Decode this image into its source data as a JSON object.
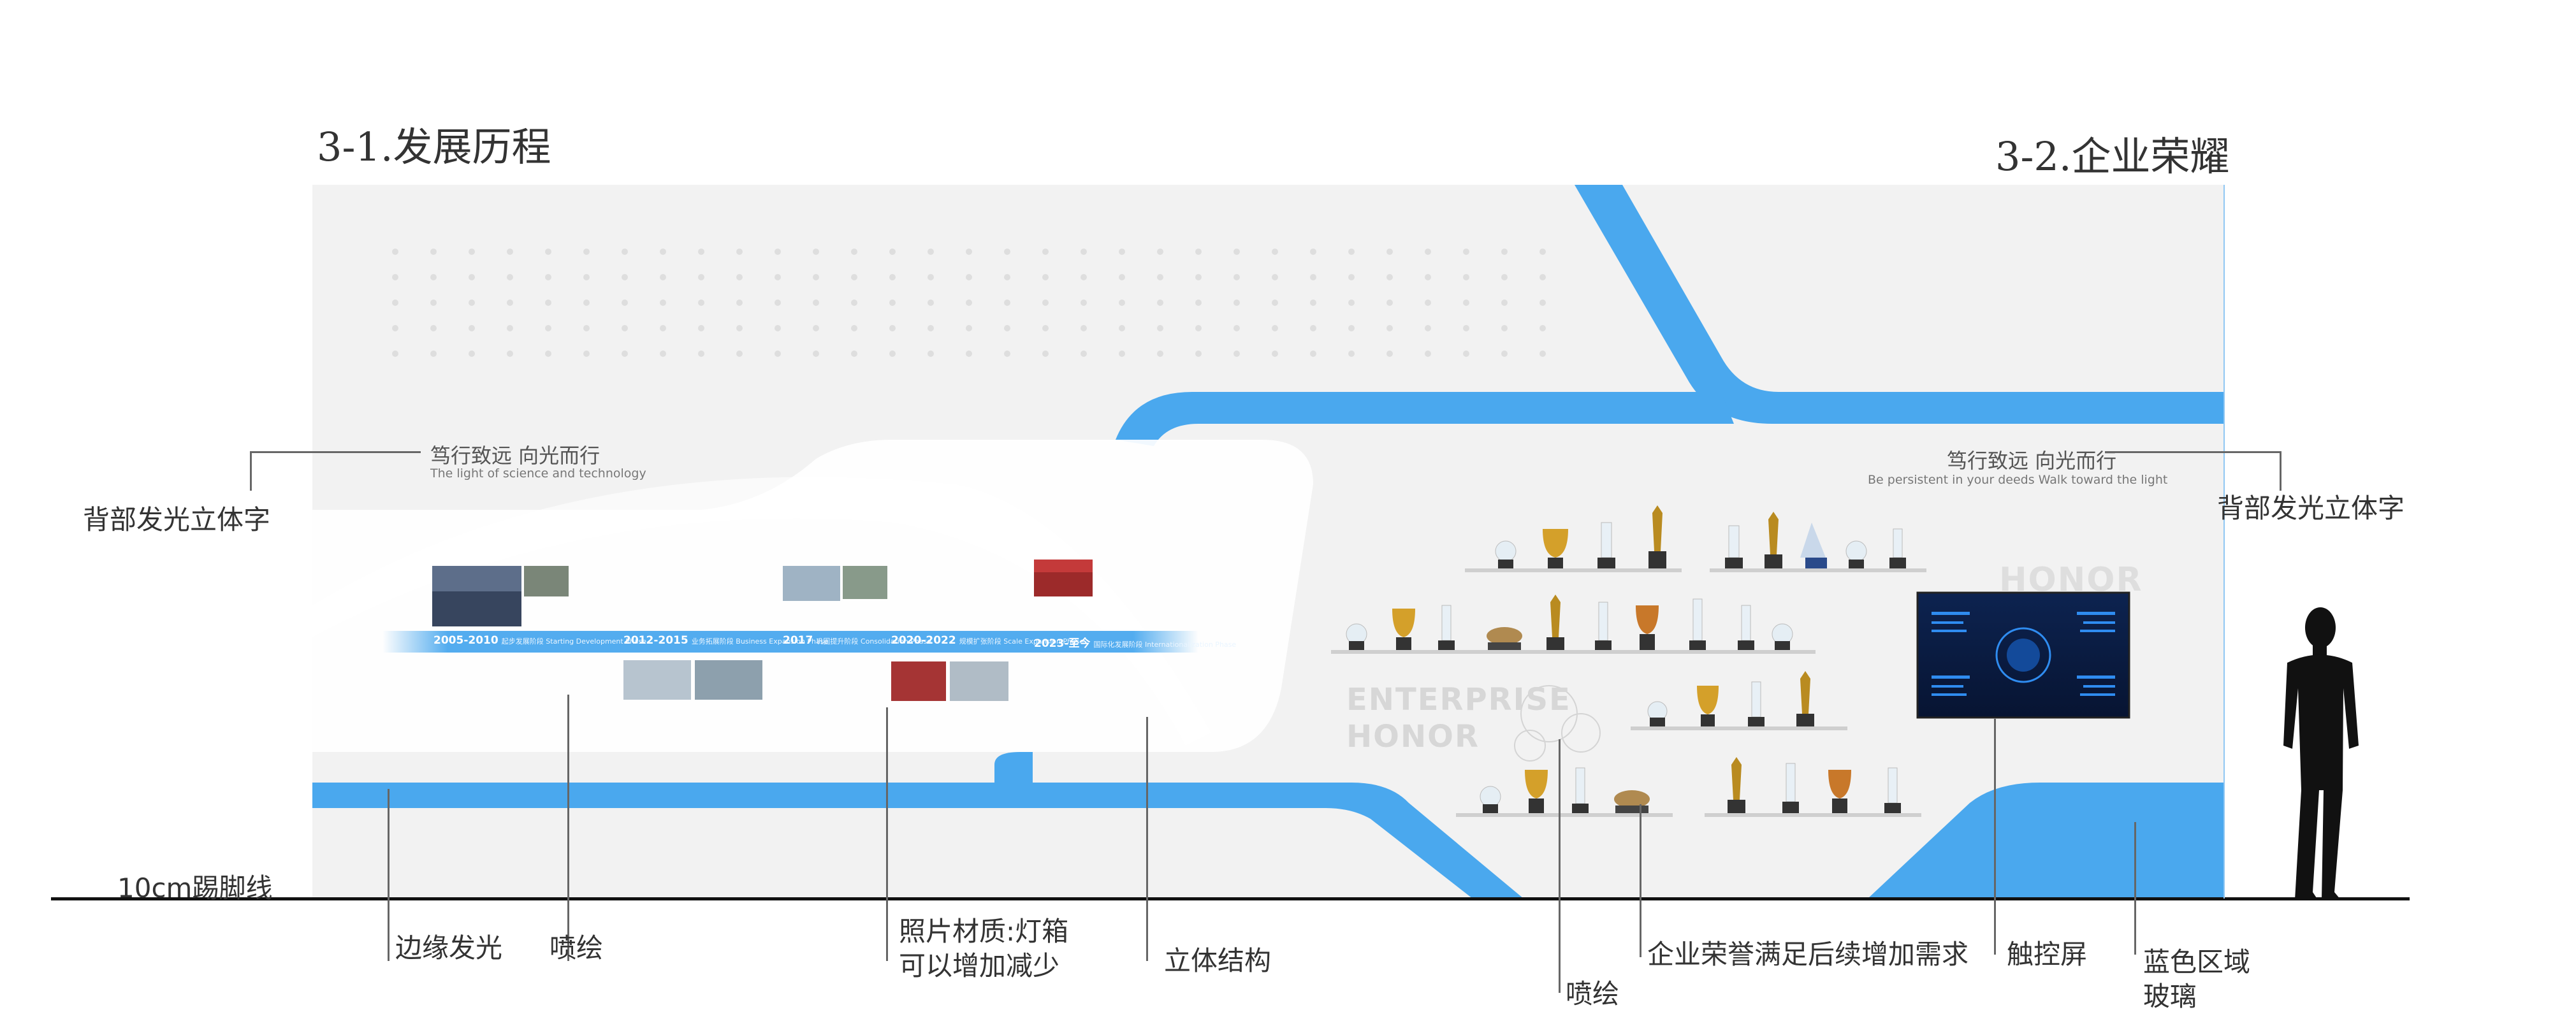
{
  "titles": {
    "left": "3-1.发展历程",
    "right": "3-2.企业荣耀"
  },
  "slogans": {
    "left_cn": "笃行致远 向光而行",
    "left_en": "The light of science and technology",
    "right_cn": "笃行致远 向光而行",
    "right_en": "Be persistent in your deeds Walk toward the light"
  },
  "timeline": [
    {
      "year": "2005-2010",
      "phase": "起步发展阶段 Starting Development Phase"
    },
    {
      "year": "2012-2015",
      "phase": "业务拓展阶段 Business Expansion Phase"
    },
    {
      "year": "2017",
      "phase": "巩固提升阶段 Consolidation Phase"
    },
    {
      "year": "2020-2022",
      "phase": "规模扩张阶段 Scale Expansion Phase"
    },
    {
      "year": "2023-至今",
      "phase": "国际化发展阶段 Internationalization Phase"
    }
  ],
  "watermarks": {
    "enterprise": "ENTERPRISE",
    "honor": "HONOR",
    "honor_top": "HONOR"
  },
  "callouts": {
    "back_glow_left": "背部发光立体字",
    "back_glow_right": "背部发光立体字",
    "skirting": "10cm踢脚线",
    "edge_glow": "边缘发光",
    "spray_left": "喷绘",
    "photo_material_1": "照片材质:灯箱",
    "photo_material_2": "可以增加减少",
    "solid_structure": "立体结构",
    "spray_right": "喷绘",
    "honor_expand": "企业荣誉满足后续增加需求",
    "touch_screen": "触控屏",
    "blue_glass_1": "蓝色区域",
    "blue_glass_2": "玻璃"
  },
  "colors": {
    "accent_blue": "#4aa8ee",
    "wall_gray": "#f2f2f2",
    "screen_dark": "#0b1a3a"
  }
}
